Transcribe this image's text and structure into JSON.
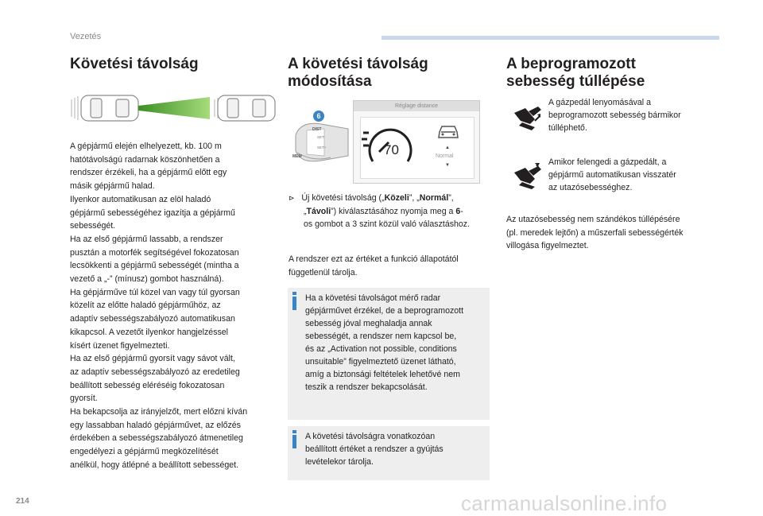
{
  "header": {
    "section": "Vezetés"
  },
  "page_number": "214",
  "watermark": "carmanualsonline.info",
  "col1": {
    "title": "Követési távolság",
    "body": [
      "A gépjármű elején elhelyezett, kb. 100 m",
      "hatótávolságú radarnak köszönhetően a",
      "rendszer érzékeli, ha a gépjármű előtt egy",
      "másik gépjármű halad.",
      "Ilyenkor automatikusan az elöl haladó",
      "gépjármű sebességéhez igazítja a gépjármű",
      "sebességét.",
      "Ha az első gépjármű lassabb, a rendszer",
      "pusztán a motorfék segítségével fokozatosan",
      "lecsökkenti a gépjármű sebességét (mintha a",
      "vezető a „-” (mínusz) gombot használná).",
      "Ha gépjárműve túl közel van vagy túl gyorsan",
      "közelít az előtte haladó gépjárműhöz, az",
      "adaptív sebességszabályozó automatikusan",
      "kikapcsol. A vezetőt ilyenkor hangjelzéssel",
      "kísért üzenet figyelmezteti.",
      "Ha az első gépjármű gyorsít vagy sávot vált,",
      "az adaptív sebességszabályozó az eredetileg",
      "beállított sebesség eléréséig fokozatosan",
      "gyorsít.",
      "Ha bekapcsolja az irányjelzőt, mert előzni kíván",
      "egy lassabban haladó gépjárművet, az előzés",
      "érdekében a sebességszabályozó átmenetileg",
      "engedélyezi a gépjármű megközelítését",
      "anélkül, hogy átlépné a beállított sebességet."
    ]
  },
  "col2": {
    "title_line1": "A követési távolság",
    "title_line2": "módosítása",
    "callout_num": "6",
    "display_header": "Réglage distance",
    "display_speed": "70",
    "display_mode": "Normal",
    "stalk_labels": [
      "DIST",
      "SET-",
      "SET+",
      "MEM"
    ],
    "instruction": {
      "arrow": "",
      "p1": "Új követési távolság („",
      "b1": "Közeli",
      "p2": "”, „",
      "b2": "Normál",
      "p3": "”,",
      "p4": "„",
      "b3": "Távoli",
      "p5": "”) kiválasztásához nyomja meg a ",
      "b4": "6",
      "p6": "-",
      "line3": "os gombot a 3 szint közül való választáshoz."
    },
    "note": [
      "A rendszer ezt az értéket a funkció állapotától",
      "függetlenül tárolja."
    ],
    "info1": [
      "Ha a követési távolságot mérő radar",
      "gépjárművet érzékel, de a beprogramozott",
      "sebesség jóval meghaladja annak",
      "sebességét, a rendszer nem kapcsol be,",
      "és az „Activation not possible, conditions",
      "unsuitable” figyelmeztető üzenet látható,",
      "amíg a biztonsági feltételek lehetővé nem",
      "teszik a rendszer bekapcsolását."
    ],
    "info2": [
      "A követési távolságra vonatkozóan",
      "beállított értéket a rendszer a gyújtás",
      "levételekor tárolja."
    ]
  },
  "col3": {
    "title_line1": "A beprogramozott",
    "title_line2": "sebesség túllépése",
    "item1": [
      "A gázpedál lenyomásával a",
      "beprogramozott sebesség bármikor",
      "túlléphető."
    ],
    "item2": [
      "Amikor felengedi a gázpedált, a",
      "gépjármű automatikusan visszatér",
      "az utazósebességhez."
    ],
    "body": [
      "Az utazósebesség nem szándékos túllépésére",
      "(pl. meredek lejtőn) a műszerfali sebességérték",
      "villogása figyelmeztet."
    ]
  },
  "colors": {
    "accent": "#3a83c4",
    "header_bar": "#c9d7ea",
    "info_bg": "#eeeeee",
    "radar_green": "#5fb33a"
  }
}
